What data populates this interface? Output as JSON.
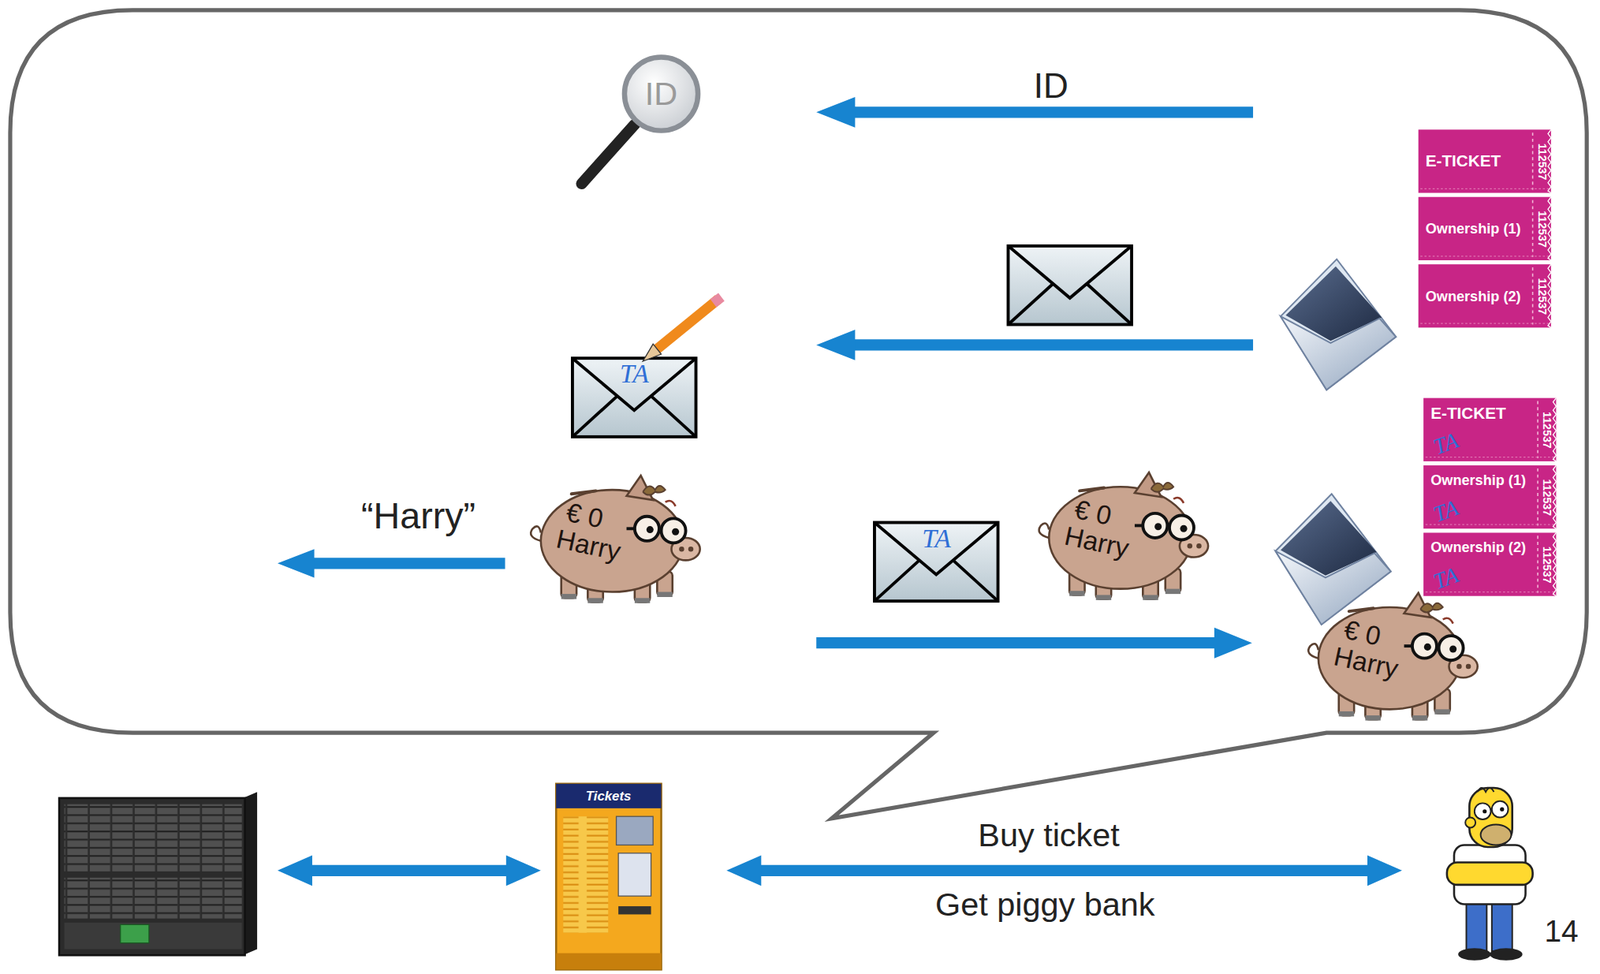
{
  "diagram": {
    "nodes": [
      {
        "text": [
          "ID"
        ]
      },
      {
        "text": [
          "E-TICKET",
          "112537"
        ]
      },
      {
        "text": [
          "Ownership (1)",
          "112537"
        ]
      },
      {
        "text": [
          "Ownership (2)",
          "112537"
        ]
      },
      {
        "text": [
          "TA"
        ]
      },
      {
        "text": [
          "€ 0",
          "Harry"
        ]
      },
      {
        "text": [
          "TA"
        ]
      },
      {
        "text": [
          "€ 0",
          "Harry"
        ]
      },
      {
        "text": [
          "E-TICKET",
          "112537",
          "TA"
        ]
      },
      {
        "text": [
          "Ownership (1)",
          "112537",
          "TA"
        ]
      },
      {
        "text": [
          "Ownership (2)",
          "112537",
          "TA"
        ]
      },
      {
        "text": [
          "€ 0",
          "Harry"
        ]
      },
      {
        "text": [
          "Tickets"
        ]
      }
    ],
    "labels": [
      "ID",
      "“Harry”",
      "Buy ticket",
      "Get piggy bank",
      "14"
    ]
  }
}
